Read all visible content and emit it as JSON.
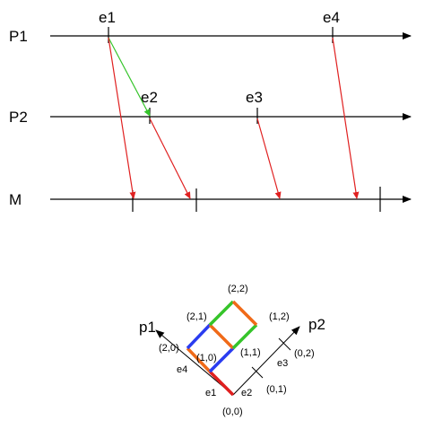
{
  "process_labels": [
    "P1",
    "P2",
    "M"
  ],
  "event_labels": {
    "e1": "e1",
    "e2": "e2",
    "e3": "e3",
    "e4": "e4"
  },
  "lattice": {
    "axis_labels": [
      "p1",
      "p2"
    ],
    "states": [
      "(0,0)",
      "(1,0)",
      "(2,0)",
      "(0,1)",
      "(1,1)",
      "(2,1)",
      "(0,2)",
      "(1,2)",
      "(2,2)"
    ],
    "event_labels": [
      "e1",
      "e2",
      "e3",
      "e4"
    ]
  },
  "colors": {
    "axis": "#000000",
    "message": "#e02020",
    "green": "#35c42a",
    "red": "#e02020",
    "orange": "#f06a18",
    "blue": "#2a3cf0"
  }
}
